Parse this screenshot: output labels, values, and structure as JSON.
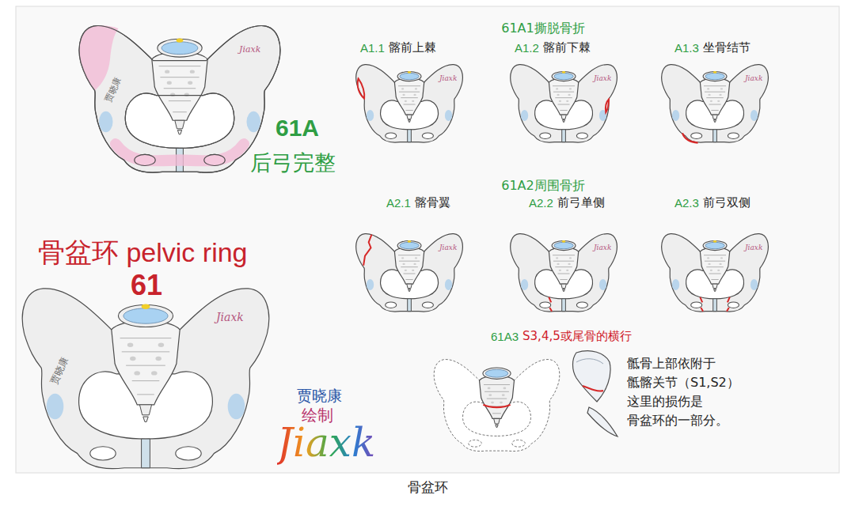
{
  "diagram": {
    "title": "骨盆环 pelvic ring",
    "caption": "骨盆环",
    "labels": [
      "61A",
      "后弓完整",
      "Jiaxk",
      "贾晓康",
      "61",
      "Jiaxk",
      "贾晓康",
      "贾晓康",
      "绘制",
      "Jiaxk",
      "61A1撕脱骨折",
      "A1.1",
      "髂前上棘",
      "Jiaxk",
      "A1.2",
      "髂前下棘",
      "Jiaxk",
      "A1.3",
      "坐骨结节",
      "Jiaxk",
      "61A2周围骨折",
      "A2.1",
      "髂骨翼",
      "Jiaxk",
      "A2.2",
      "前弓单侧",
      "Jiaxk",
      "A2.3",
      "前弓双侧",
      "Jiaxk",
      "61A3",
      "S3,4,5或尾骨的横行",
      "骶骨上部依附于 骶髂关节（S1,S2） 这里的损伤是 骨盆环的一部分。"
    ]
  }
}
